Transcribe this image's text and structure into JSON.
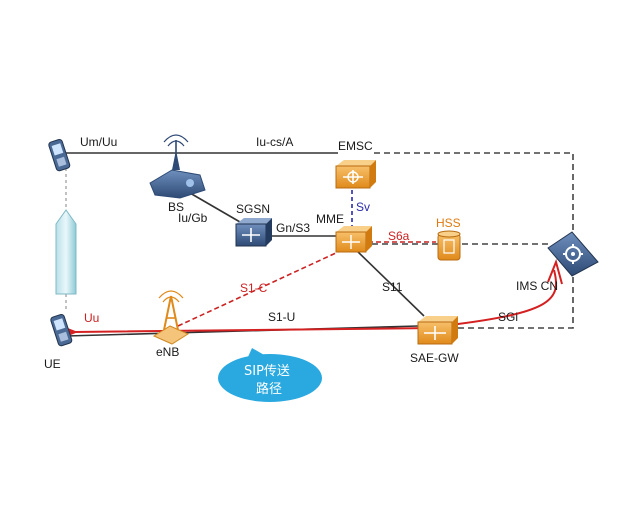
{
  "nodes": {
    "emsc": "EMSC",
    "bs": "BS",
    "sgsn": "SGSN",
    "mme": "MME",
    "hss": "HSS",
    "ims_cn": "IMS CN",
    "sae_gw": "SAE-GW",
    "enb": "eNB",
    "ue": "UE"
  },
  "links": {
    "um_uu": "Um/Uu",
    "iu_cs_a": "Iu-cs/A",
    "iu_gb": "Iu/Gb",
    "gn_s3": "Gn/S3",
    "sv": "Sv",
    "s6a": "S6a",
    "s1_c": "S1-C",
    "s11": "S11",
    "uu": "Uu",
    "s1_u": "S1-U",
    "sgi": "SGi"
  },
  "callout": {
    "line1": "SIP传送",
    "line2": "路径"
  },
  "colors": {
    "node_blue": "#3c5a86",
    "node_orange": "#f2a23a",
    "sip_path": "#d42020",
    "callout": "#2aa9e0",
    "dashed_line": "#555555"
  }
}
